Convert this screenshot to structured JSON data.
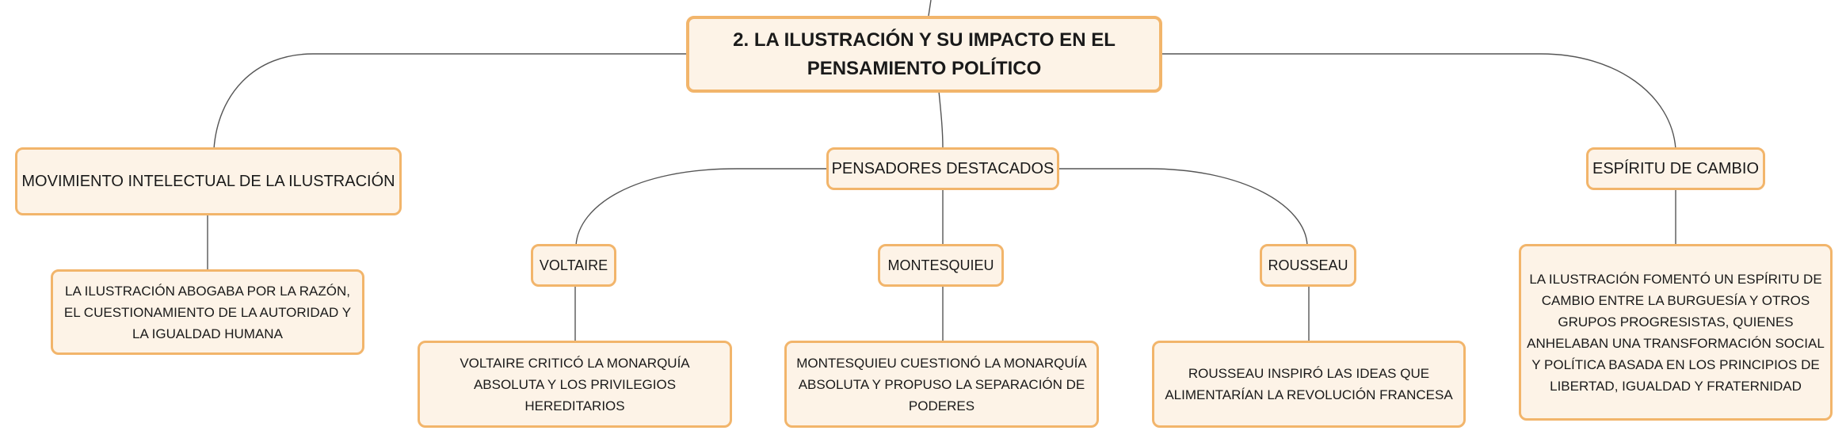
{
  "colors": {
    "node_fill": "#fdf3e7",
    "node_border": "#f2b56b",
    "connector": "#555555"
  },
  "root": {
    "title": "2. LA ILUSTRACIÓN Y SU IMPACTO EN EL PENSAMIENTO POLÍTICO"
  },
  "branches": {
    "movimiento": {
      "label": "MOVIMIENTO INTELECTUAL DE LA ILUSTRACIÓN",
      "detail": "LA ILUSTRACIÓN ABOGABA POR LA RAZÓN, EL CUESTIONAMIENTO DE LA AUTORIDAD Y LA IGUALDAD HUMANA"
    },
    "pensadores": {
      "label": "PENSADORES DESTACADOS",
      "voltaire": {
        "label": "VOLTAIRE",
        "detail": "VOLTAIRE CRITICÓ LA MONARQUÍA ABSOLUTA Y LOS PRIVILEGIOS HEREDITARIOS"
      },
      "montesquieu": {
        "label": "MONTESQUIEU",
        "detail": "MONTESQUIEU CUESTIONÓ LA MONARQUÍA ABSOLUTA Y PROPUSO LA SEPARACIÓN DE PODERES"
      },
      "rousseau": {
        "label": "ROUSSEAU",
        "detail": "ROUSSEAU INSPIRÓ LAS IDEAS QUE ALIMENTARÍAN LA REVOLUCIÓN FRANCESA"
      }
    },
    "espiritu": {
      "label": "ESPÍRITU DE CAMBIO",
      "detail": "LA ILUSTRACIÓN FOMENTÓ UN ESPÍRITU DE CAMBIO ENTRE LA BURGUESÍA Y OTROS GRUPOS PROGRESISTAS, QUIENES ANHELABAN UNA TRANSFORMACIÓN SOCIAL Y POLÍTICA BASADA EN LOS PRINCIPIOS DE LIBERTAD, IGUALDAD Y FRATERNIDAD"
    }
  }
}
